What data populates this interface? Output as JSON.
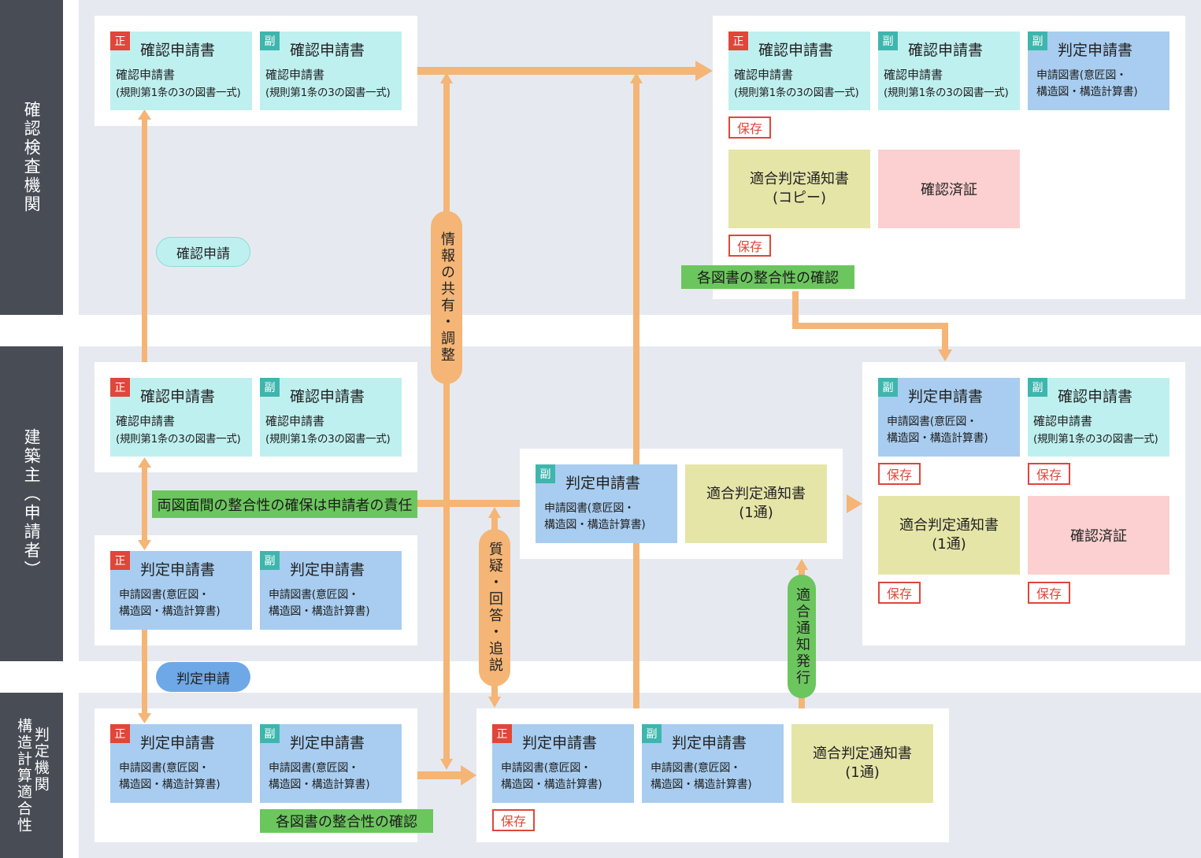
{
  "lanes": {
    "kakunin": "確認検査機関",
    "kenchikunushi": "建築主（申請者）",
    "tekigo_col1": "構造計算適合性",
    "tekigo_col2": "判定機関"
  },
  "badges": {
    "sei": "正",
    "fuku": "副"
  },
  "titles": {
    "kakunin_shinsei": "確認申請書",
    "hantei_shinsei": "判定申請書"
  },
  "subs": {
    "kakunin_line1": "確認申請書",
    "kakunin_line2": "(規則第1条の3の図書一式)",
    "hantei_line1": "申請図書(意匠図・",
    "hantei_line2": "構造図・構造計算書)"
  },
  "notices": {
    "copy_l1": "適合判定通知書",
    "copy_l2": "(コピー)",
    "one_l1": "適合判定通知書",
    "one_l2": "(1通)",
    "cert": "確認済証"
  },
  "hozon": "保存",
  "labels": {
    "kakunin_shinsei_pill": "確認申請",
    "hantei_shinsei_pill": "判定申請",
    "joho": "情報の共有・調整",
    "shitsugi": "質疑・回答・追説",
    "tekigo_hakko": "適合通知発行",
    "seigo_check": "各図書の整合性の確認",
    "sekinin": "両図面間の整合性の確保は申請者の責任"
  },
  "colors": {
    "lane_bg": "#e6eaf0",
    "lane_label": "#474c55",
    "arrow": "#f4b576",
    "kakunin_card": "#bff0f0",
    "hantei_card": "#a8cdf0",
    "notice_card": "#e5e5a8",
    "cert_card": "#fcd0d0",
    "badge_sei": "#e0463a",
    "badge_fuku": "#3fb6ad",
    "green": "#6cc65e"
  }
}
